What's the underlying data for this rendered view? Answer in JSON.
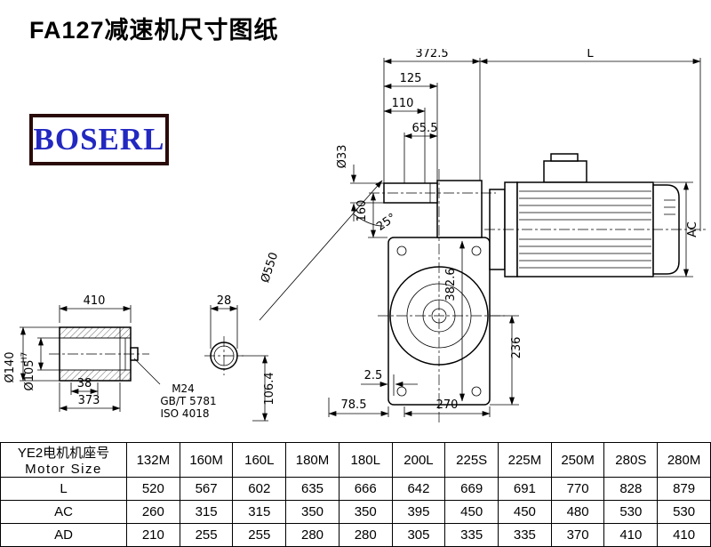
{
  "page": {
    "title": "FA127减速机尺寸图纸",
    "logo_text": "BOSERL"
  },
  "colors": {
    "logo_text": "#2228c0",
    "logo_border": "#2a0a0a",
    "line": "#000000",
    "background": "#ffffff"
  },
  "drawing": {
    "dims": {
      "d372_5": "372.5",
      "L": "L",
      "d125": "125",
      "d110": "110",
      "d65_5": "65.5",
      "d33": "Ø33",
      "d160": "160",
      "angle25": "25°",
      "d550": "Ø550",
      "d382_6": "382.6",
      "AC": "AC",
      "d236": "236",
      "d2_5": "2.5",
      "d78_5": "78.5",
      "d270": "270",
      "d410": "410",
      "d28": "28",
      "d38": "38",
      "d373": "373",
      "d140": "Ø140",
      "d105": "Ø105",
      "d105_tol": "H7",
      "m24": "M24",
      "gb": "GB/T 5781",
      "iso": "ISO 4018",
      "d106_4": "106.4"
    }
  },
  "table": {
    "header_line1": "YE2电机机座号",
    "header_line2": "Motor Size",
    "columns": [
      "132M",
      "160M",
      "160L",
      "180M",
      "180L",
      "200L",
      "225S",
      "225M",
      "250M",
      "280S",
      "280M"
    ],
    "rows": [
      {
        "label": "L",
        "values": [
          "520",
          "567",
          "602",
          "635",
          "666",
          "642",
          "669",
          "691",
          "770",
          "828",
          "879"
        ]
      },
      {
        "label": "AC",
        "values": [
          "260",
          "315",
          "315",
          "350",
          "350",
          "395",
          "450",
          "450",
          "480",
          "530",
          "530"
        ]
      },
      {
        "label": "AD",
        "values": [
          "210",
          "255",
          "255",
          "280",
          "280",
          "305",
          "335",
          "335",
          "370",
          "410",
          "410"
        ]
      }
    ]
  }
}
